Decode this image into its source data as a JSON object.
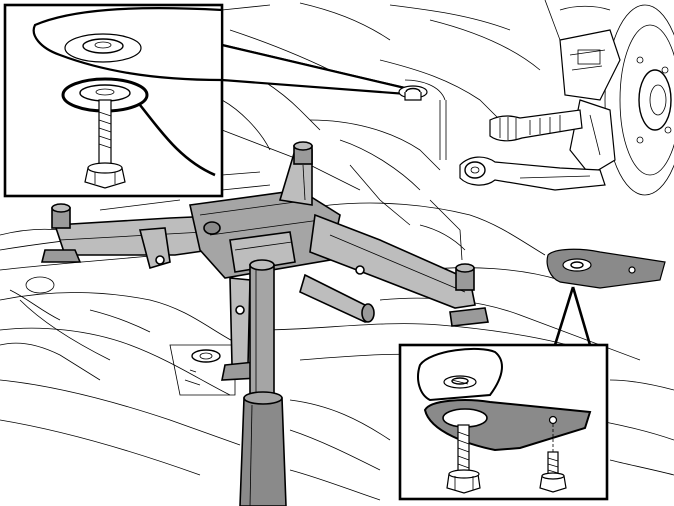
{
  "figure": {
    "caption": "",
    "colors": {
      "line": "#000000",
      "background": "#ffffff",
      "tool_fill": "#bdbdbd",
      "tool_dark": "#8a8a8a",
      "part_fill": "#ffffff"
    },
    "callouts": [
      {
        "name": "upper-left-detail",
        "shows": "bolt-with-washers"
      },
      {
        "name": "lower-right-detail",
        "shows": "bracket-with-two-bolts"
      }
    ]
  }
}
